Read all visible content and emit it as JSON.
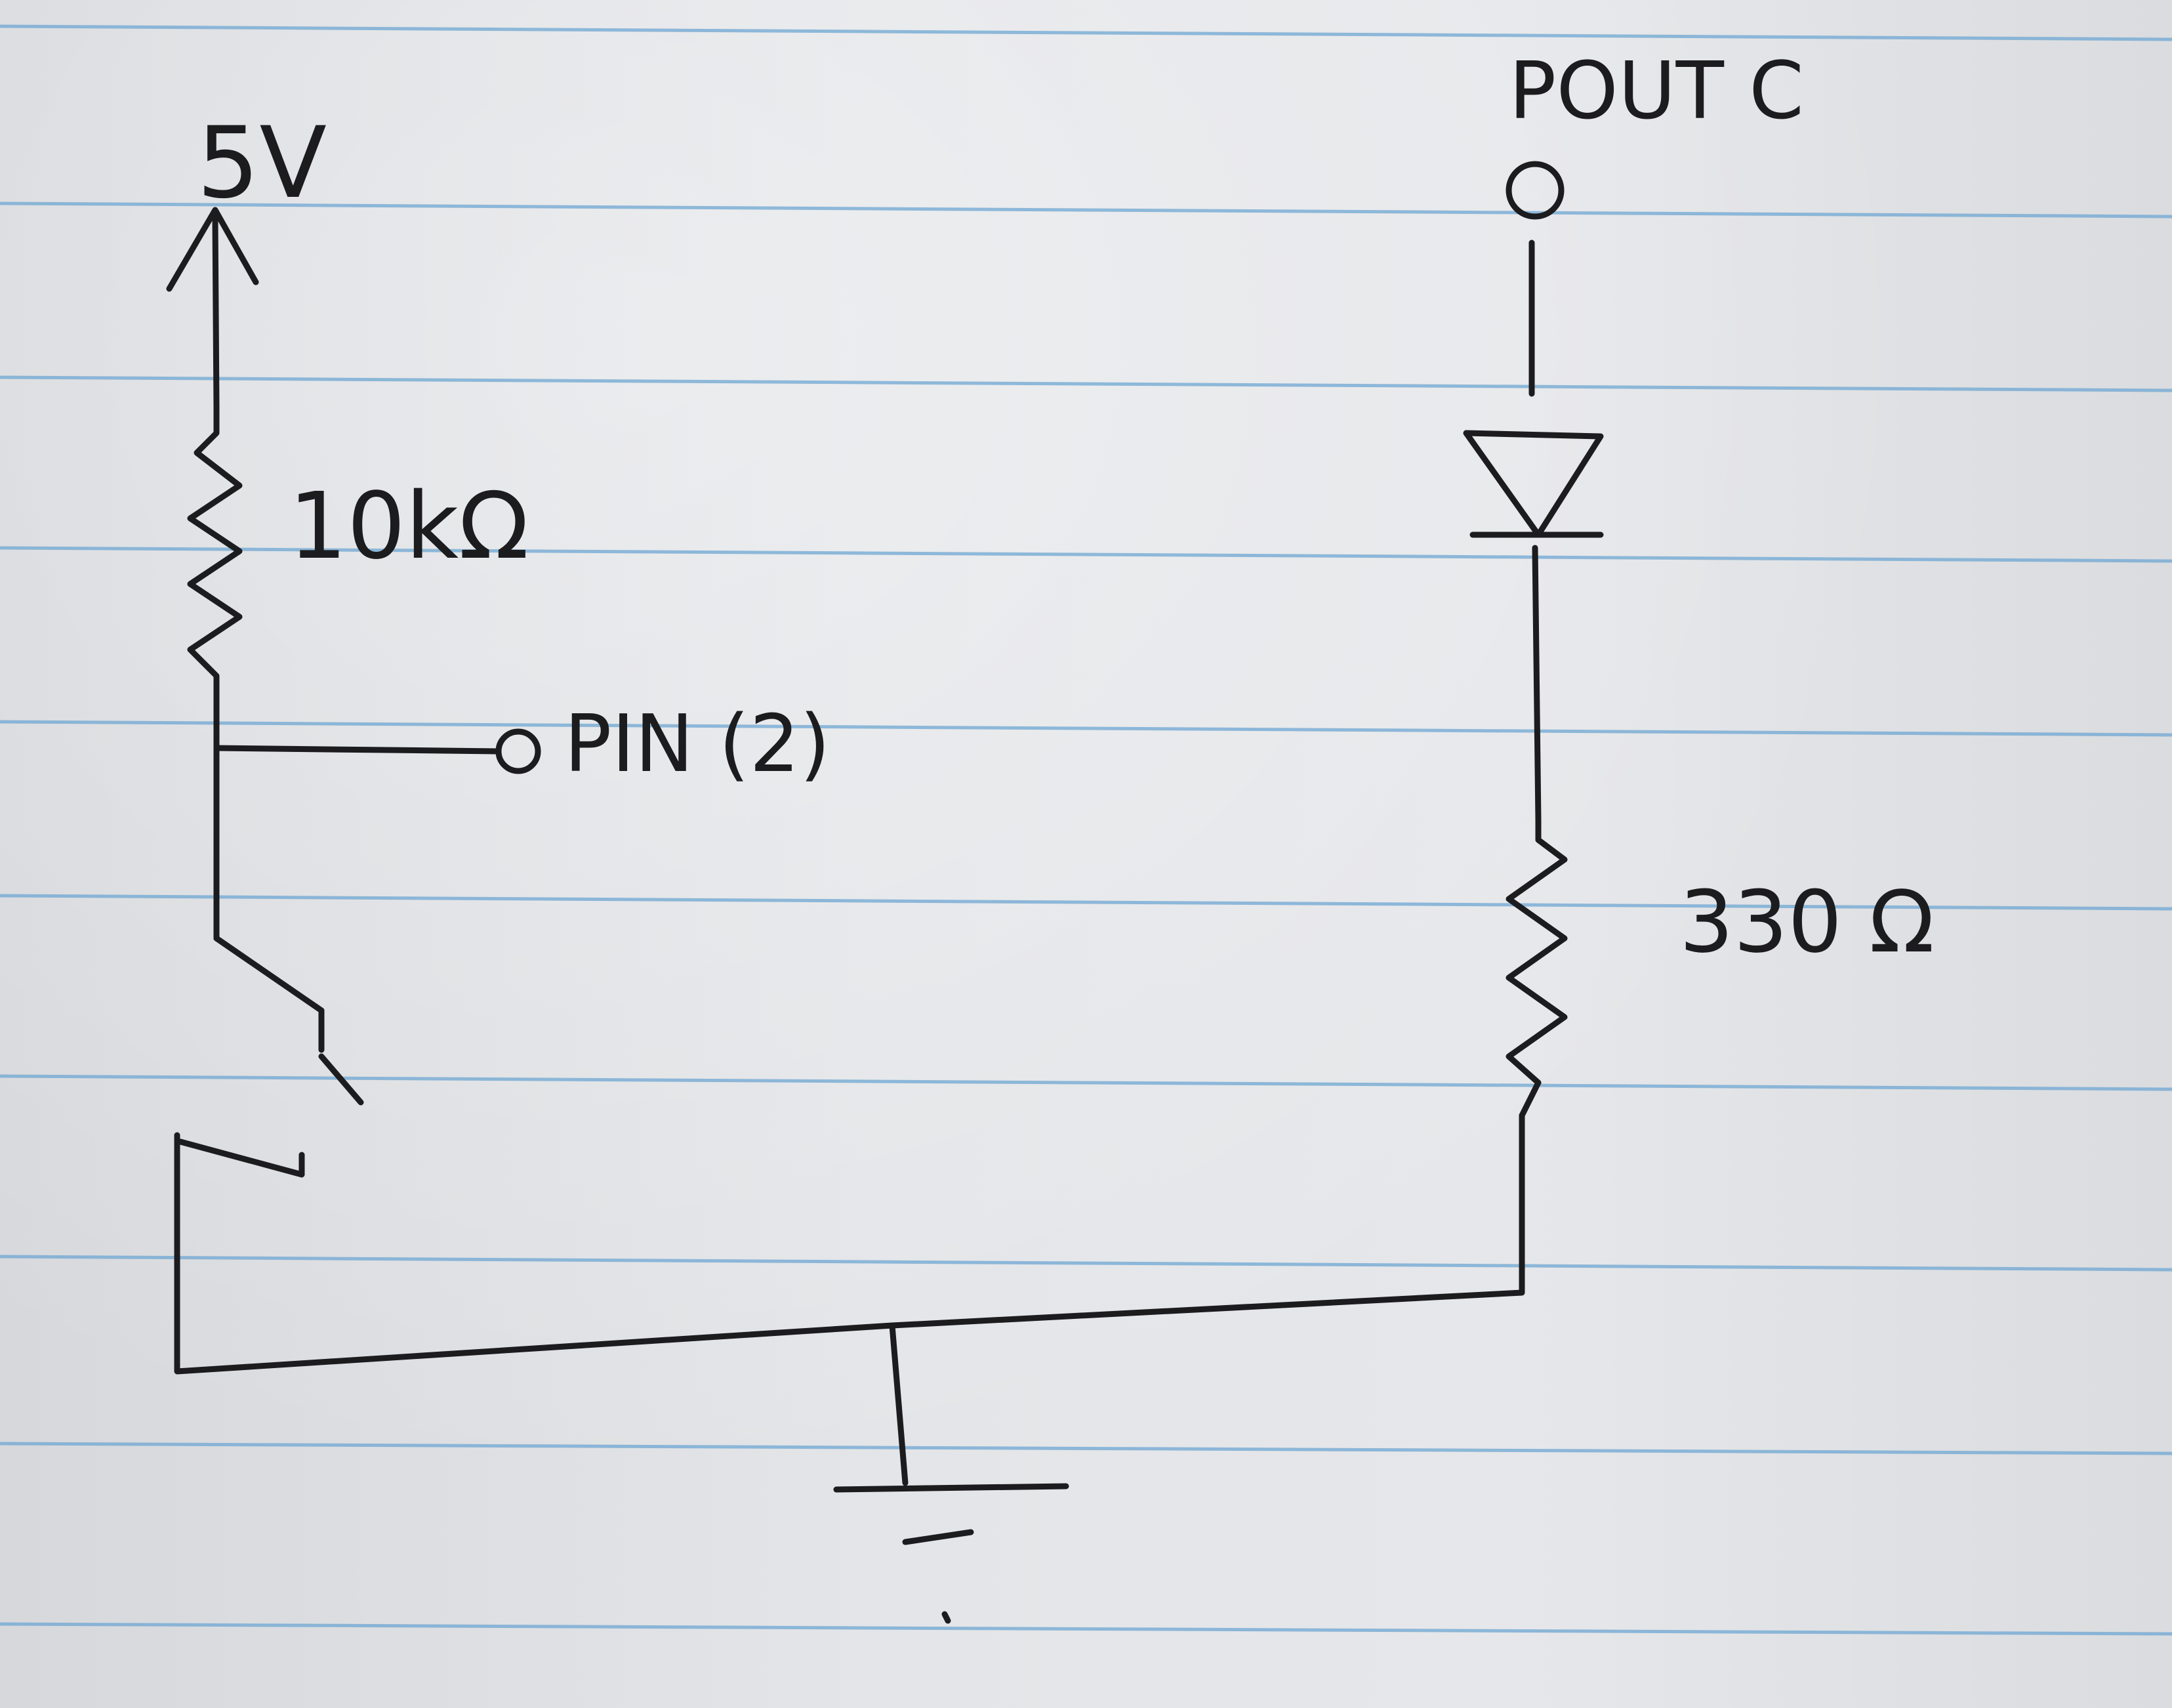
{
  "labels": {
    "supply": "5V",
    "r1": "10kΩ",
    "input_pin": "PIN (2)",
    "output_pin": "POUT C",
    "r2": "330 Ω"
  },
  "colors": {
    "ink": "#1c1c1e",
    "rule_lines": "#6fa7d3",
    "paper": "#e3e5e8"
  }
}
